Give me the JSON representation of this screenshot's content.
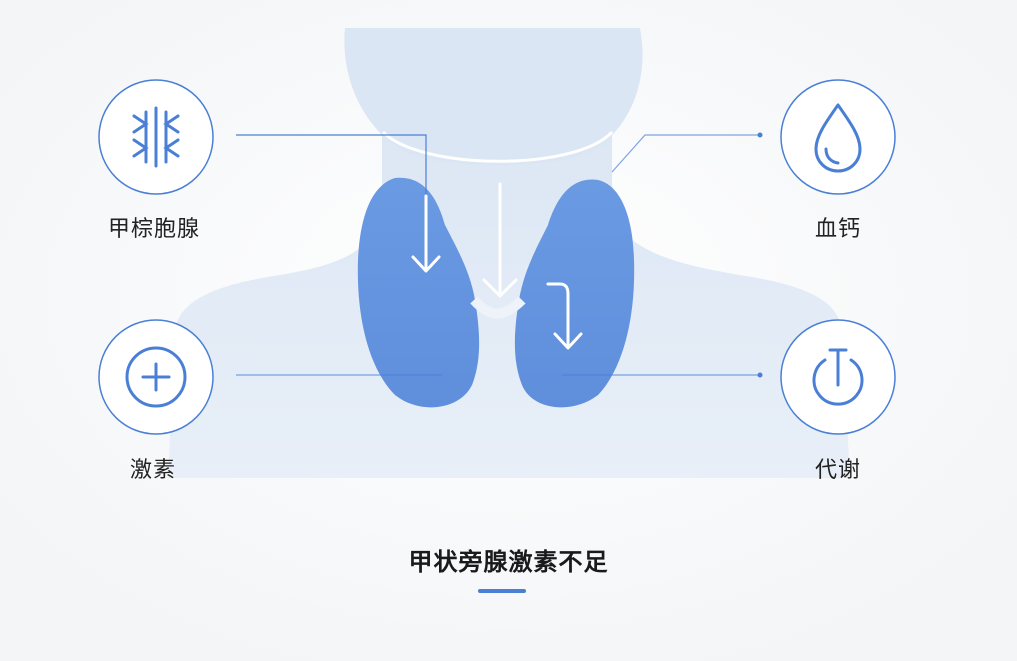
{
  "title": "甲状旁腺激素不足",
  "colors": {
    "accent": "#4a7fd6",
    "gland": "#6496e0",
    "silhouette": "#dde8f5",
    "icon_stroke": "#4a7fd6"
  },
  "nodes": [
    {
      "id": "parathyroid",
      "label": "甲棕胞腺",
      "icon": "parathyroid-cell-icon"
    },
    {
      "id": "calcium",
      "label": "血钙",
      "icon": "water-drop-icon"
    },
    {
      "id": "hormone",
      "label": "激素",
      "icon": "plus-circle-icon"
    },
    {
      "id": "metabolism",
      "label": "代谢",
      "icon": "power-icon"
    }
  ]
}
